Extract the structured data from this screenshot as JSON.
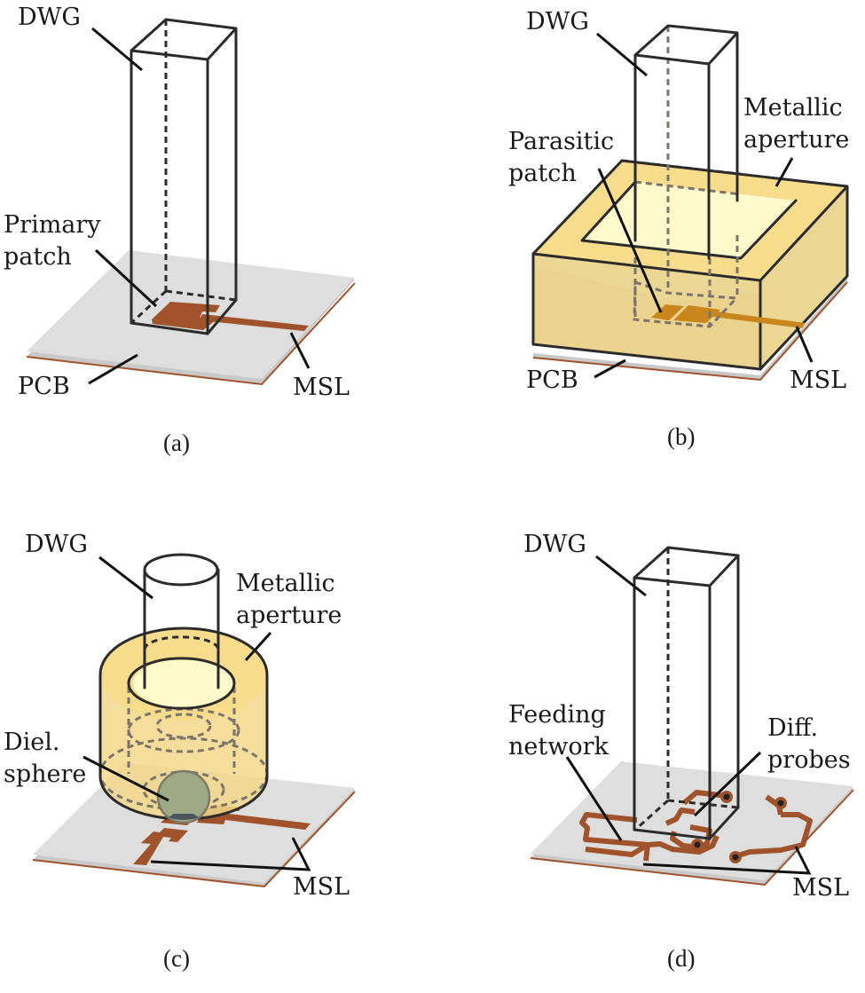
{
  "figure": {
    "colors": {
      "pcb_top": "#dedede",
      "pcb_edge": "#c8c8c8",
      "copper": "#a0532a",
      "copper_b": "#c8861c",
      "aperture_fill": "#f7dc8c",
      "aperture_side": "#ecd693",
      "aperture_window": "#fffacc",
      "sphere": "#9eaa86",
      "line": "#2b2b2b"
    },
    "panels": [
      {
        "id": "a",
        "caption": "(a)",
        "labels": {
          "dwg": "DWG",
          "primary_patch_l1": "Primary",
          "primary_patch_l2": "patch",
          "pcb": "PCB",
          "msl": "MSL"
        }
      },
      {
        "id": "b",
        "caption": "(b)",
        "labels": {
          "dwg": "DWG",
          "metallic_l1": "Metallic",
          "metallic_l2": "aperture",
          "parasitic_l1": "Parasitic",
          "parasitic_l2": "patch",
          "pcb": "PCB",
          "msl": "MSL"
        }
      },
      {
        "id": "c",
        "caption": "(c)",
        "labels": {
          "dwg": "DWG",
          "metallic_l1": "Metallic",
          "metallic_l2": "aperture",
          "diel_l1": "Diel.",
          "diel_l2": "sphere",
          "msl": "MSL"
        }
      },
      {
        "id": "d",
        "caption": "(d)",
        "labels": {
          "dwg": "DWG",
          "feeding_l1": "Feeding",
          "feeding_l2": "network",
          "diff_l1": "Diff.",
          "diff_l2": "probes",
          "msl": "MSL"
        }
      }
    ]
  }
}
